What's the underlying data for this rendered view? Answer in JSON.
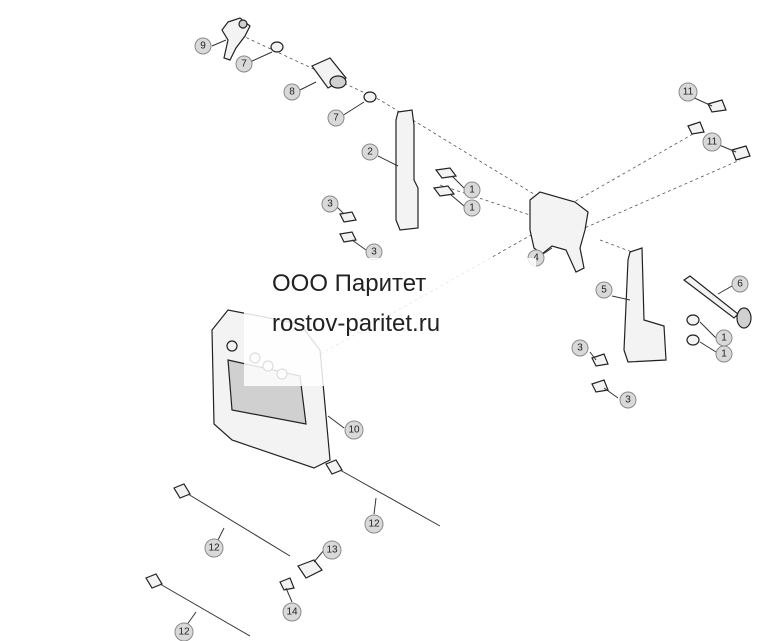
{
  "watermark": {
    "line1": "ООО Паритет",
    "line2": "rostov-paritet.ru"
  },
  "callouts": [
    {
      "id": "c9",
      "label": "9"
    },
    {
      "id": "c7a",
      "label": "7"
    },
    {
      "id": "c8",
      "label": "8"
    },
    {
      "id": "c7b",
      "label": "7"
    },
    {
      "id": "c2",
      "label": "2"
    },
    {
      "id": "c3a",
      "label": "3"
    },
    {
      "id": "c3b",
      "label": "3"
    },
    {
      "id": "c1a",
      "label": "1"
    },
    {
      "id": "c1b",
      "label": "1"
    },
    {
      "id": "c11a",
      "label": "11"
    },
    {
      "id": "c11b",
      "label": "11"
    },
    {
      "id": "c4",
      "label": "4"
    },
    {
      "id": "c5",
      "label": "5"
    },
    {
      "id": "c6",
      "label": "6"
    },
    {
      "id": "c3c",
      "label": "3"
    },
    {
      "id": "c3d",
      "label": "3"
    },
    {
      "id": "c1c",
      "label": "1"
    },
    {
      "id": "c1d",
      "label": "1"
    },
    {
      "id": "c10",
      "label": "10"
    },
    {
      "id": "c12a",
      "label": "12"
    },
    {
      "id": "c12b",
      "label": "12"
    },
    {
      "id": "c13",
      "label": "13"
    },
    {
      "id": "c14",
      "label": "14"
    },
    {
      "id": "c12c",
      "label": "12"
    }
  ]
}
